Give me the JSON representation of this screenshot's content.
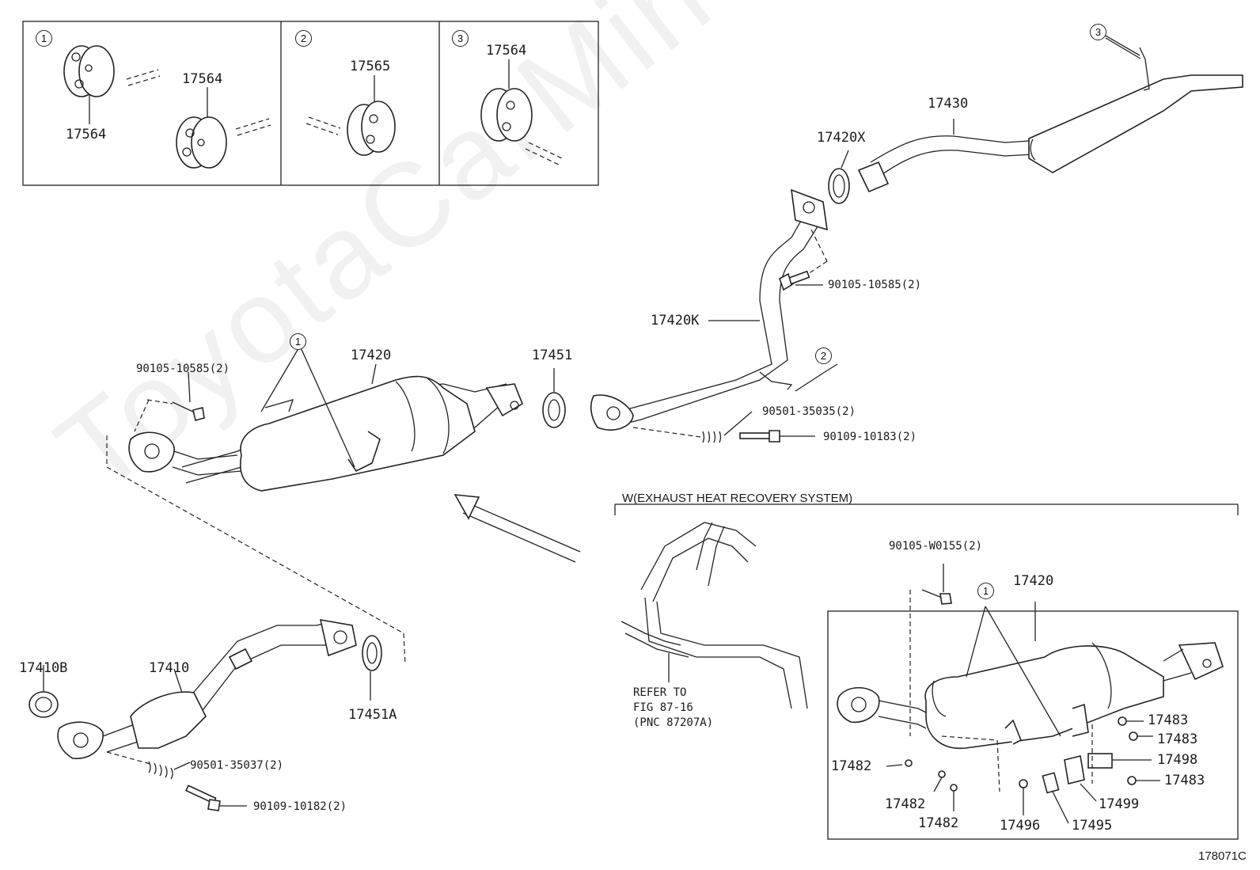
{
  "watermark": "ToyotaCarMine.ru",
  "figure_code": "178071C",
  "inset_panels": [
    {
      "badge": "1",
      "labels": [
        "17564",
        "17564"
      ]
    },
    {
      "badge": "2",
      "labels": [
        "17565"
      ]
    },
    {
      "badge": "3",
      "labels": [
        "17564"
      ]
    }
  ],
  "badges": {
    "one": "1",
    "two": "2",
    "three": "3"
  },
  "parts": {
    "p17430": "17430",
    "p17420x": "17420X",
    "p90105_10585_upper": "90105-10585(2)",
    "p17420k": "17420K",
    "p17420_main": "17420",
    "p17451": "17451",
    "p90105_10585_left": "90105-10585(2)",
    "p90501_35035": "90501-35035(2)",
    "p90109_10183": "90109-10183(2)",
    "p17410b": "17410B",
    "p17410": "17410",
    "p17451a": "17451A",
    "p90501_35037": "90501-35037(2)",
    "p90109_10182": "90109-10182(2)",
    "p90105_w0155": "90105-W0155(2)",
    "p17420_w": "17420",
    "p17483_a": "17483",
    "p17483_b": "17483",
    "p17498": "17498",
    "p17483_c": "17483",
    "p17482_a": "17482",
    "p17482_b": "17482",
    "p17482_c": "17482",
    "p17499": "17499",
    "p17496": "17496",
    "p17495": "17495"
  },
  "section_title": "W(EXHAUST HEAT RECOVERY SYSTEM)",
  "refer_note": "REFER TO\nFIG 87-16\n(PNC 87207A)"
}
